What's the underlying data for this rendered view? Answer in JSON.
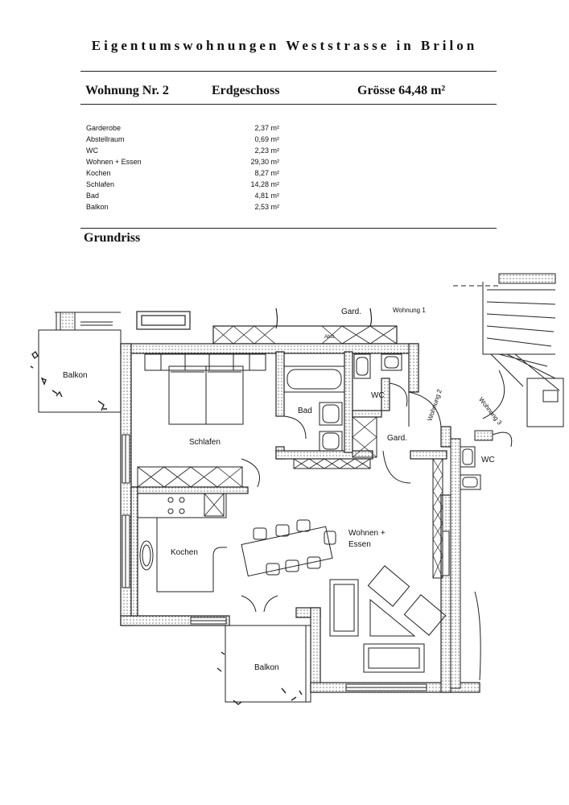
{
  "header": {
    "title": "Eigentumswohnungen Weststrasse in Brilon"
  },
  "unit": {
    "number": "Wohnung Nr. 2",
    "floor": "Erdgeschoss",
    "size": "Grösse 64,48 m²"
  },
  "rooms": [
    {
      "name": "Garderobe",
      "area": "2,37 m²"
    },
    {
      "name": "Abstellraum",
      "area": "0,69 m²"
    },
    {
      "name": "WC",
      "area": "2,23 m²"
    },
    {
      "name": "Wohnen + Essen",
      "area": "29,30 m²"
    },
    {
      "name": "Kochen",
      "area": "8,27 m²"
    },
    {
      "name": "Schlafen",
      "area": "14,28 m²"
    },
    {
      "name": "Bad",
      "area": "4,81 m²"
    },
    {
      "name": "Balkon",
      "area": "2,53 m²"
    }
  ],
  "section": {
    "grundriss": "Grundriss"
  },
  "plan_labels": {
    "balkon_left": "Balkon",
    "balkon_bottom": "Balkon",
    "schlafen": "Schlafen",
    "bad": "Bad",
    "wc": "WC",
    "wc_right": "WC",
    "gard": "Gard.",
    "kochen": "Kochen",
    "wohnen1": "Wohnen +",
    "wohnen2": "Essen",
    "wohnung1": "Wohnung 1",
    "wohnung2": "Wohnung 2",
    "wohnung3": "Wohnung 3",
    "gard_top": "Gard.",
    "abst": "Abst."
  }
}
